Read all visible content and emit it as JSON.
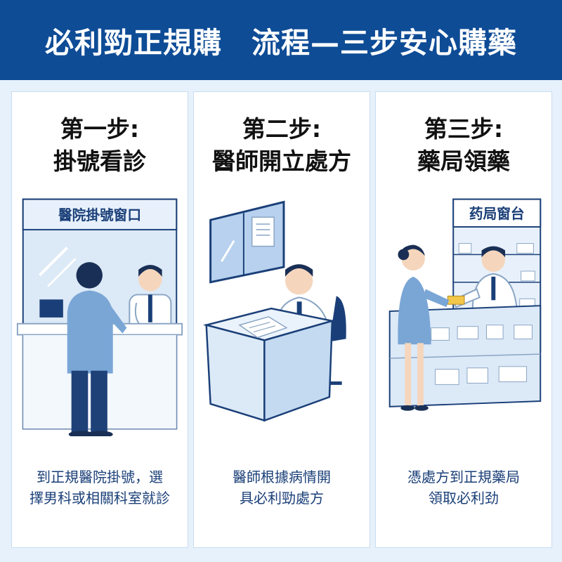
{
  "header": {
    "title": "必利勁正規購　流程—三步安心購藥"
  },
  "steps": [
    {
      "step": "第一步:",
      "name": "掛號看診",
      "sign": "醫院掛號窗口",
      "caption_lines": [
        "到正規醫院掛號，選",
        "擇男科或相關科室就診"
      ]
    },
    {
      "step": "第二步:",
      "name": "醫師開立處方",
      "caption_lines": [
        "醫師根據病情開",
        "具必利勁處方"
      ]
    },
    {
      "step": "第三步:",
      "name": "藥局領藥",
      "sign": "药局窗台",
      "caption_lines": [
        "憑處方到正規藥局",
        "領取必利劲"
      ]
    }
  ],
  "colors": {
    "header_bg": "#0e4c96",
    "page_bg": "#e6f1fb",
    "accent": "#1a3f78"
  }
}
